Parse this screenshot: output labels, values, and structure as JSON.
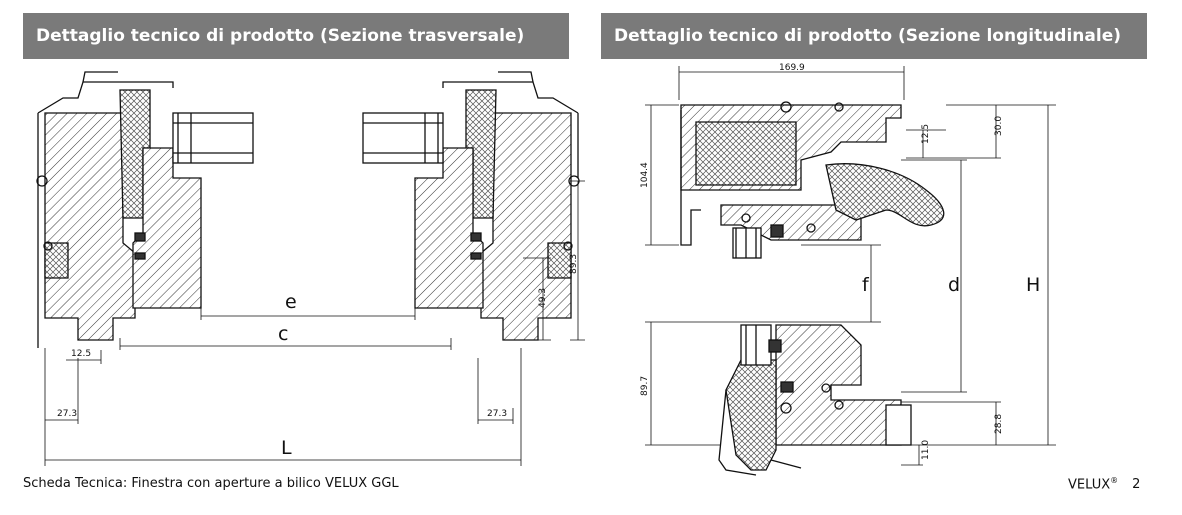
{
  "headers": {
    "left": "Dettaglio tecnico di prodotto (Sezione trasversale)",
    "right": "Dettaglio tecnico di prodotto (Sezione longitudinale)"
  },
  "left_drawing": {
    "labels": {
      "e": "e",
      "c": "c",
      "L": "L"
    },
    "dims": {
      "d12_5": "12.5",
      "d27_3_left": "27.3",
      "d27_3_right": "27.3",
      "d49_3": "49.3",
      "d89_3": "89.3"
    }
  },
  "right_drawing": {
    "labels": {
      "f": "f",
      "d": "d",
      "H": "H"
    },
    "dims": {
      "d169_9": "169.9",
      "d104_4": "104.4",
      "d12_5": "12.5",
      "d30_0": "30.0",
      "d89_7": "89.7",
      "d28_8": "28.8",
      "d11_0": "11.0"
    }
  },
  "footer": {
    "document_title": "Scheda Tecnica: Finestra con aperture a bilico VELUX GGL",
    "brand": "VELUX",
    "registered": "®",
    "page_number": "2"
  }
}
